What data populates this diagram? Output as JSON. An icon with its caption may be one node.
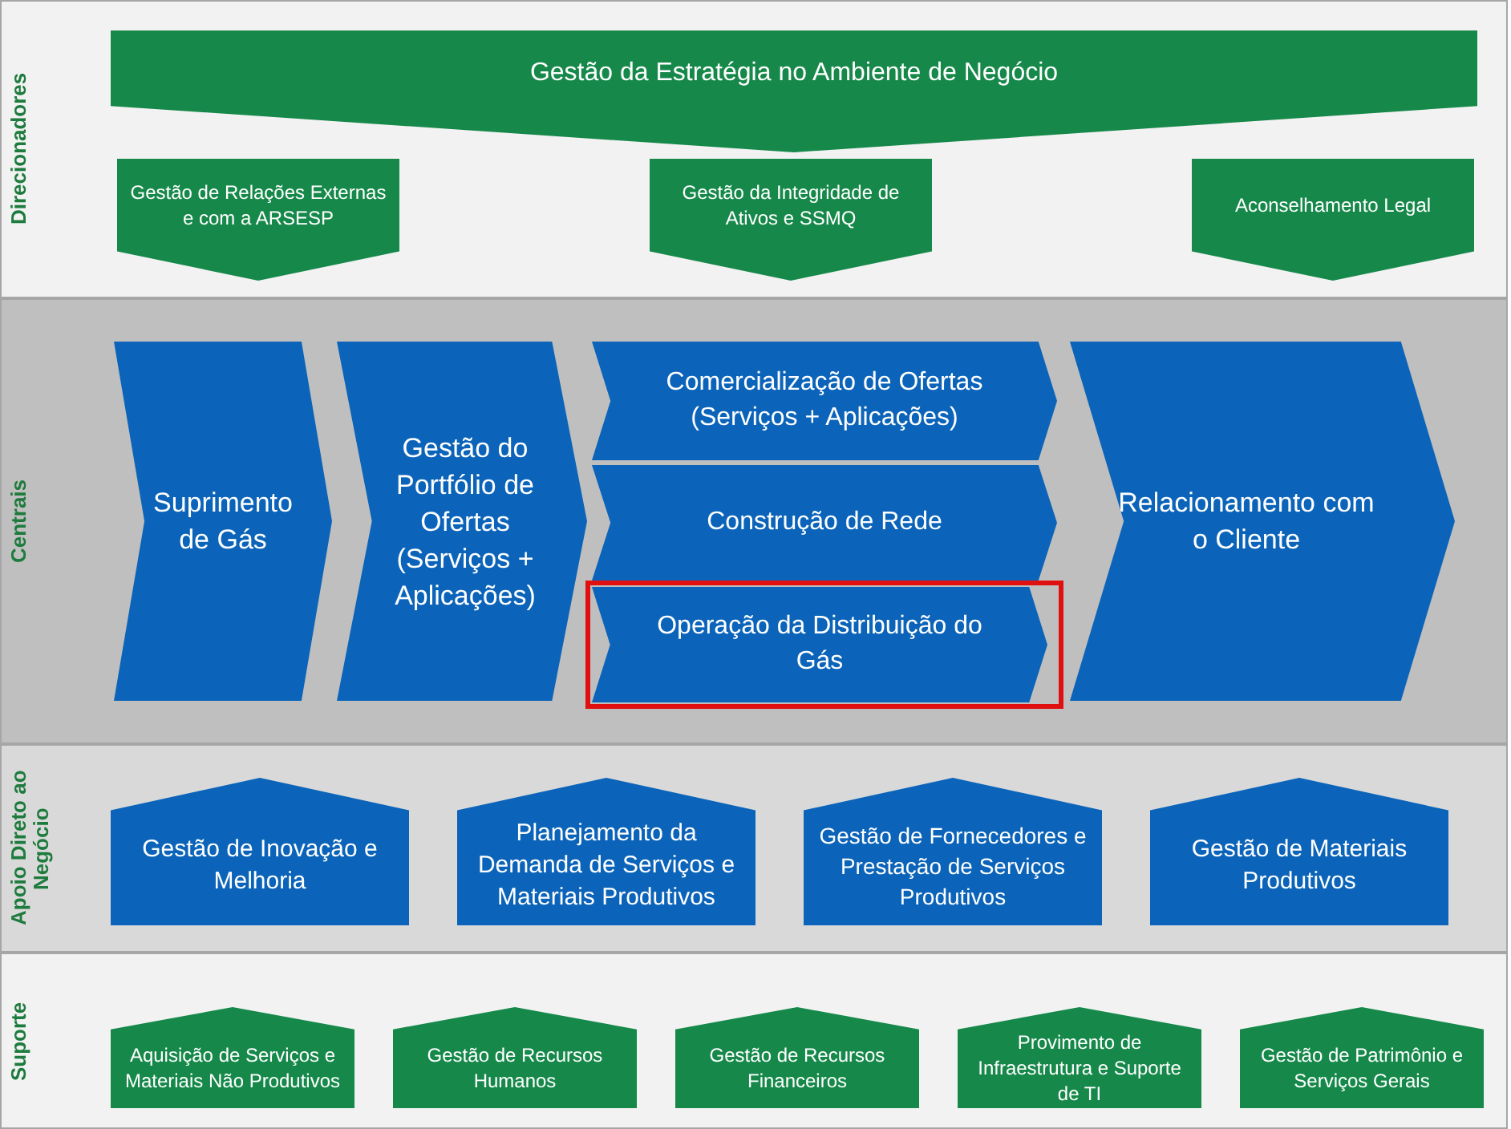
{
  "diagram": {
    "nodes": [
      {
        "text": [
          "Direcionadores"
        ]
      },
      {
        "text": [
          "Gestão da Estratégia no Ambiente de Negócio"
        ],
        "in": 0
      },
      {
        "text": [
          "Gestão de Relações Externas e com a ARSESP"
        ],
        "in": 0
      },
      {
        "text": [
          "Gestão da Integridade de Ativos e SSMQ"
        ],
        "in": 0
      },
      {
        "text": [
          "Aconselhamento Legal"
        ],
        "in": 0
      },
      {
        "text": [
          "Centrais"
        ]
      },
      {
        "text": [
          "Suprimento de Gás"
        ],
        "in": 5
      },
      {
        "text": [
          "Gestão do Portfólio de Ofertas (Serviços + Aplicações)"
        ],
        "in": 5
      },
      {
        "text": [
          "Comercialização de Ofertas (Serviços + Aplicações)"
        ],
        "in": 5
      },
      {
        "text": [
          "Construção de Rede"
        ],
        "in": 5
      },
      {
        "text": [
          "Operação da Distribuição do Gás"
        ],
        "in": 5
      },
      {
        "text": [
          "Relacionamento com o Cliente"
        ],
        "in": 5
      },
      {
        "text": [
          "Apoio Direto ao Negócio"
        ]
      },
      {
        "text": [
          "Gestão de Inovação e Melhoria"
        ],
        "in": 12
      },
      {
        "text": [
          "Planejamento da Demanda de Serviços e Materiais Produtivos"
        ],
        "in": 12
      },
      {
        "text": [
          "Gestão de Fornecedores e Prestação de Serviços Produtivos"
        ],
        "in": 12
      },
      {
        "text": [
          "Gestão de Materiais Produtivos"
        ],
        "in": 12
      },
      {
        "text": [
          "Suporte"
        ]
      },
      {
        "text": [
          "Aquisição de Serviços e Materiais Não Produtivos"
        ],
        "in": 17
      },
      {
        "text": [
          "Gestão de Recursos Humanos"
        ],
        "in": 17
      },
      {
        "text": [
          "Gestão de Recursos Financeiros"
        ],
        "in": 17
      },
      {
        "text": [
          "Provimento de Infraestrutura e Suporte de TI"
        ],
        "in": 17
      },
      {
        "text": [
          "Gestão de Patrimônio e Serviços Gerais"
        ],
        "in": 17
      }
    ]
  }
}
